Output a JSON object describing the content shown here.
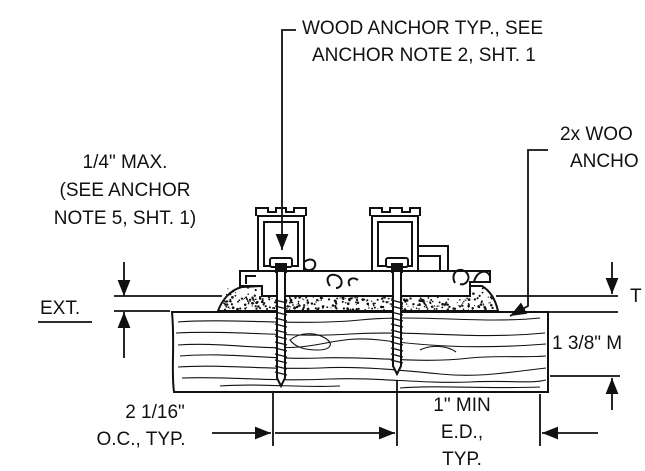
{
  "notes": {
    "wood_anchor_line1": "WOOD ANCHOR TYP., SEE",
    "wood_anchor_line2": "ANCHOR NOTE 2, SHT. 1",
    "gap_line1": "1/4\" MAX.",
    "gap_line2": "(SEE ANCHOR",
    "gap_line3": "NOTE 5, SHT. 1)",
    "buck_line1": "2x WOO",
    "buck_line2": "ANCHO",
    "ext_label": "EXT.",
    "t_label": "T",
    "thickness_label": "1 3/8\" M",
    "spacing_line1": "2 1/16\"",
    "spacing_line2": "O.C., TYP.",
    "edge_line1": "1\" MIN",
    "edge_line2": "E.D.,",
    "edge_line3": "TYP."
  },
  "colors": {
    "ink": "#111111",
    "paper": "#ffffff"
  }
}
